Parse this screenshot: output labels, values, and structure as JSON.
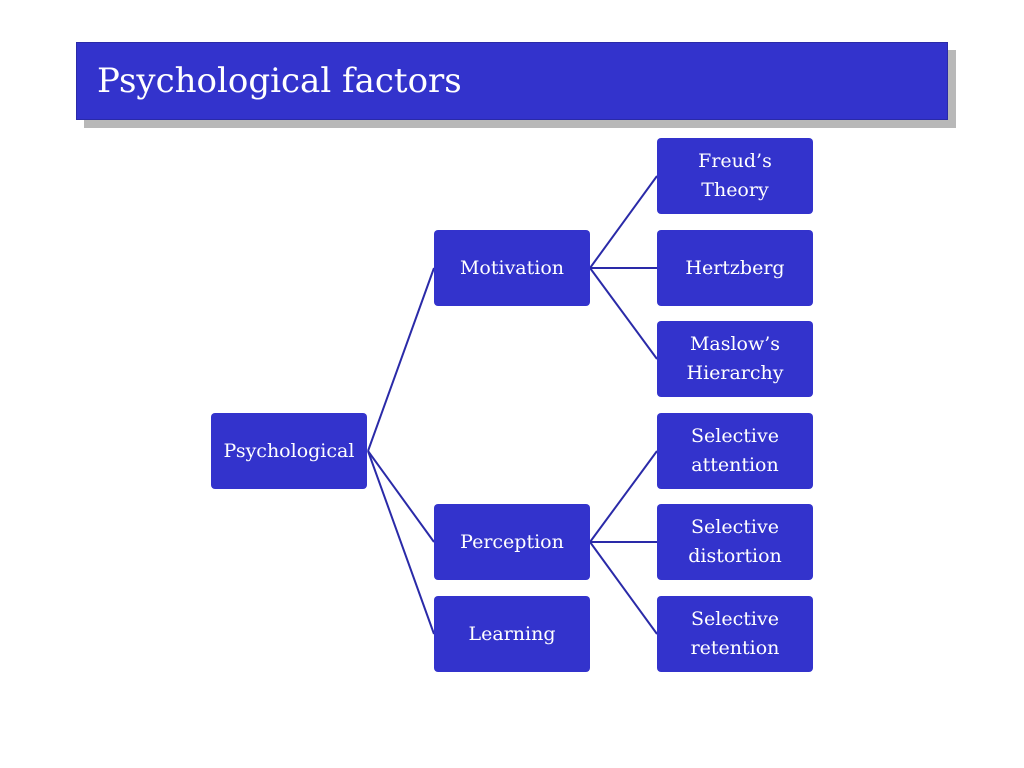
{
  "slide": {
    "title": "Psychological factors"
  },
  "diagram": {
    "line_color": "#2a2aa8",
    "node_color": "#3333cc",
    "root": {
      "label": "Psychological"
    },
    "level1": [
      {
        "label": "Motivation"
      },
      {
        "label": "Perception"
      },
      {
        "label": "Learning"
      }
    ],
    "level2": [
      {
        "label": "Freud’s\nTheory",
        "parent": "Motivation"
      },
      {
        "label": "Hertzberg",
        "parent": "Motivation"
      },
      {
        "label": "Maslow’s\nHierarchy",
        "parent": "Motivation"
      },
      {
        "label": "Selective\nattention",
        "parent": "Perception"
      },
      {
        "label": "Selective\ndistortion",
        "parent": "Perception"
      },
      {
        "label": "Selective\nretention",
        "parent": "Perception"
      }
    ]
  }
}
